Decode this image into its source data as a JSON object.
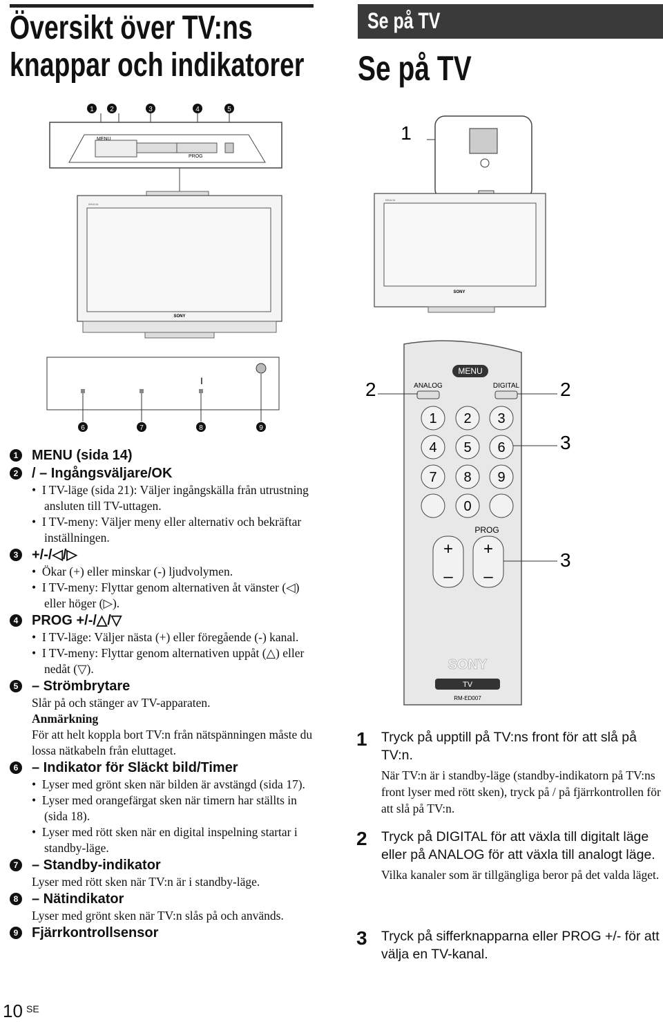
{
  "left_title_line1": "Översikt över TV:ns",
  "left_title_line2": "knappar och indikatorer",
  "section_tab": "Se på TV",
  "right_title": "Se på TV",
  "callouts_top": [
    "1",
    "2",
    "3",
    "4",
    "5"
  ],
  "callouts_bottom": [
    "6",
    "7",
    "8",
    "9"
  ],
  "panel_labels": {
    "menu": "MENU",
    "prog": "PROG",
    "minus": "–",
    "plus": "+"
  },
  "tv_brand": "SONY",
  "tv_model": "BRAVIA",
  "diagram_right_step": "1",
  "remote": {
    "menu": "MENU",
    "analog": "ANALOG",
    "digital": "DIGITAL",
    "prog": "PROG",
    "digits": [
      "1",
      "2",
      "3",
      "4",
      "5",
      "6",
      "7",
      "8",
      "9",
      "0"
    ],
    "brand": "SONY",
    "tv": "TV",
    "model": "RM-ED007",
    "callout_2": "2",
    "callout_3": "3"
  },
  "items": [
    {
      "n": "1",
      "head": "MENU (sida 14)"
    },
    {
      "n": "2",
      "head": "/ – Ingångsväljare/OK",
      "bullets": [
        "I TV-läge (sida 21): Väljer ingångskälla från utrustning ansluten till TV-uttagen.",
        "I TV-meny: Väljer meny eller alternativ och bekräftar inställningen."
      ]
    },
    {
      "n": "3",
      "head": "+/-/◁/▷",
      "bullets": [
        "Ökar (+) eller minskar (-) ljudvolymen.",
        "I TV-meny: Flyttar genom alternativen åt vänster (◁) eller höger (▷)."
      ]
    },
    {
      "n": "4",
      "head": "PROG +/-/△/▽",
      "bullets": [
        "I TV-läge: Väljer nästa (+) eller föregående (-) kanal.",
        "I TV-meny: Flyttar genom alternativen uppåt (△) eller nedåt (▽)."
      ]
    },
    {
      "n": "5",
      "head": "– Strömbrytare",
      "text": "Slår på och stänger av TV-apparaten.",
      "note_head": "Anmärkning",
      "note": "För att helt koppla bort TV:n från nätspänningen måste du lossa nätkabeln från eluttaget."
    },
    {
      "n": "6",
      "head": "– Indikator för Släckt bild/Timer",
      "bullets": [
        "Lyser med grönt sken när bilden är avstängd (sida 17).",
        "Lyser med orangefärgat sken när timern har ställts in (sida 18).",
        "Lyser med rött sken när en digital inspelning startar i standby-läge."
      ]
    },
    {
      "n": "7",
      "head": "– Standby-indikator",
      "text": "Lyser med rött sken när TV:n är i standby-läge."
    },
    {
      "n": "8",
      "head": "– Nätindikator",
      "text": "Lyser med grönt sken när TV:n slås på och används."
    },
    {
      "n": "9",
      "head": "Fjärrkontrollsensor"
    }
  ],
  "steps": [
    {
      "n": "1",
      "title": "Tryck på  upptill på TV:ns front för att slå på TV:n.",
      "sub": "När TV:n är i standby-läge (standby-indikatorn  på TV:ns front lyser med rött sken), tryck på / på fjärrkontrollen för att slå på TV:n."
    },
    {
      "n": "2",
      "title": "Tryck på DIGITAL för att växla till digitalt läge eller på ANALOG för att växla till analogt läge.",
      "sub": "Vilka kanaler som är tillgängliga beror på det valda läget."
    },
    {
      "n": "3",
      "title": "Tryck på sifferknapparna eller PROG +/- för att välja en TV-kanal."
    }
  ],
  "page_number": "10",
  "page_lang": "SE"
}
